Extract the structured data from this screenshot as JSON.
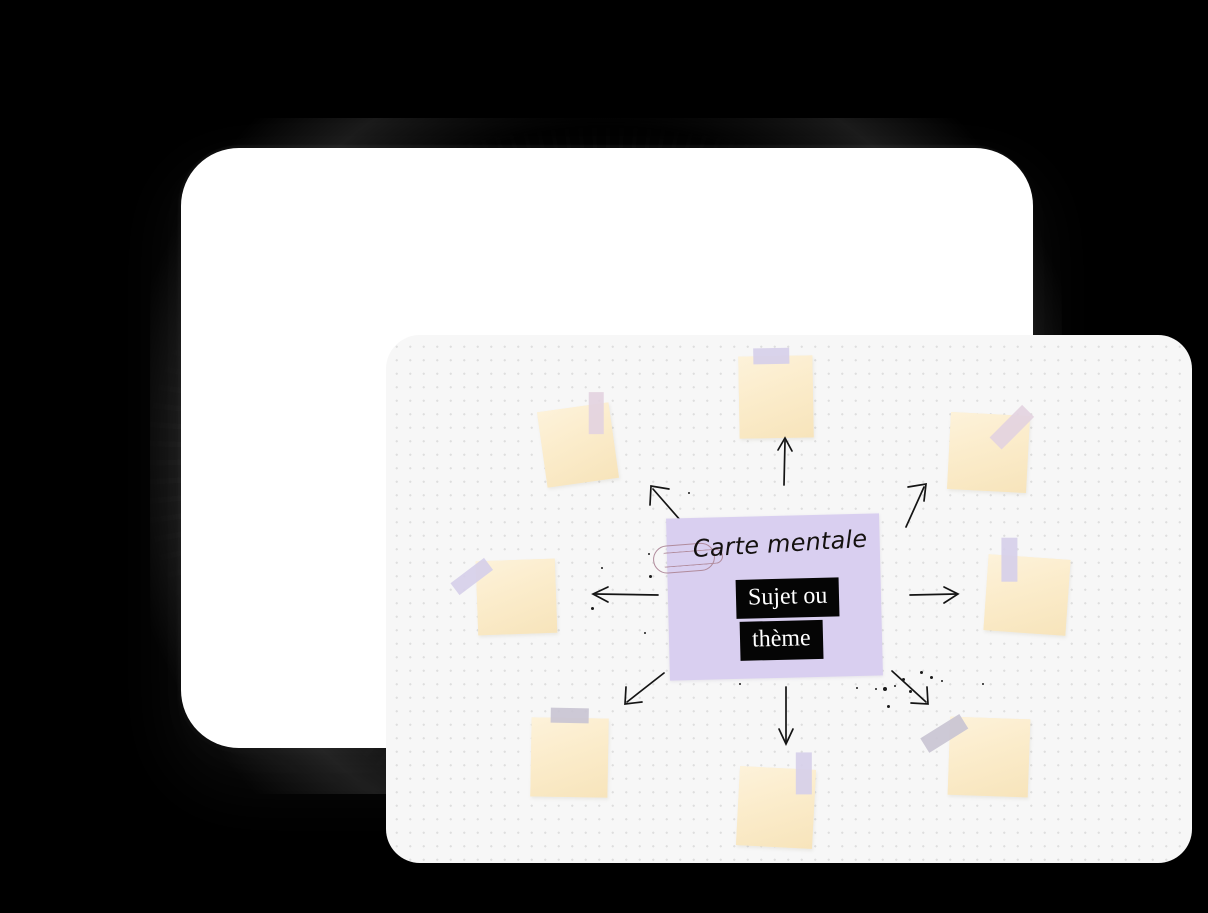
{
  "canvas": {
    "background_color": "#f7f7f7",
    "dot_color": "#dedede",
    "frame_color": "#ffffff",
    "outer_background": "#000000"
  },
  "mind_map": {
    "center_card": {
      "title": "Carte mentale",
      "highlight_line_1": "Sujet ou",
      "highlight_line_2": "thème",
      "card_color": "#d9cff0",
      "highlight_background": "#050505",
      "highlight_text_color": "#ffffff",
      "paperclip_color": "#b08b9c"
    },
    "branches": [
      {
        "id": "branch-top",
        "direction": "up",
        "note_label": ""
      },
      {
        "id": "branch-top-left",
        "direction": "up-left",
        "note_label": ""
      },
      {
        "id": "branch-top-right",
        "direction": "up-right",
        "note_label": ""
      },
      {
        "id": "branch-left",
        "direction": "left",
        "note_label": ""
      },
      {
        "id": "branch-right",
        "direction": "right",
        "note_label": ""
      },
      {
        "id": "branch-bottom-left",
        "direction": "down-left",
        "note_label": ""
      },
      {
        "id": "branch-bottom",
        "direction": "down",
        "note_label": ""
      },
      {
        "id": "branch-bottom-right",
        "direction": "down-right",
        "note_label": ""
      }
    ],
    "notes": [
      {
        "id": "note-top",
        "label": "",
        "color": "#fbeccb",
        "tape_color": "#d9d4ea",
        "tape_style": "horizontal-top-center",
        "rotation": -1
      },
      {
        "id": "note-top-left",
        "label": "",
        "color": "#fbeccb",
        "tape_color": "#e3d3e0",
        "tape_style": "vertical-top-right",
        "rotation": -8
      },
      {
        "id": "note-top-right",
        "label": "",
        "color": "#fbeccb",
        "tape_color": "#e3d3e0",
        "tape_style": "diagonal-top-right",
        "rotation": 3
      },
      {
        "id": "note-left",
        "label": "",
        "color": "#fbeccb",
        "tape_color": "#d6cfe9",
        "tape_style": "diagonal-top-left",
        "rotation": -2
      },
      {
        "id": "note-right",
        "label": "",
        "color": "#fbeccb",
        "tape_color": "#d6cfe9",
        "tape_style": "vertical-top-left",
        "rotation": 4
      },
      {
        "id": "note-bottom-left",
        "label": "",
        "color": "#fbeccb",
        "tape_color": "#c9c4d2",
        "tape_style": "horizontal-top-left",
        "rotation": 1
      },
      {
        "id": "note-bottom",
        "label": "",
        "color": "#fbeccb",
        "tape_color": "#d6cfe9",
        "tape_style": "vertical-top-right",
        "rotation": 3
      },
      {
        "id": "note-bottom-right",
        "label": "",
        "color": "#fbeccb",
        "tape_color": "#c9c4d2",
        "tape_style": "diagonal-top-left",
        "rotation": 2
      }
    ],
    "arrow_color": "#141414",
    "speckle_color": "#1a1a1a"
  }
}
